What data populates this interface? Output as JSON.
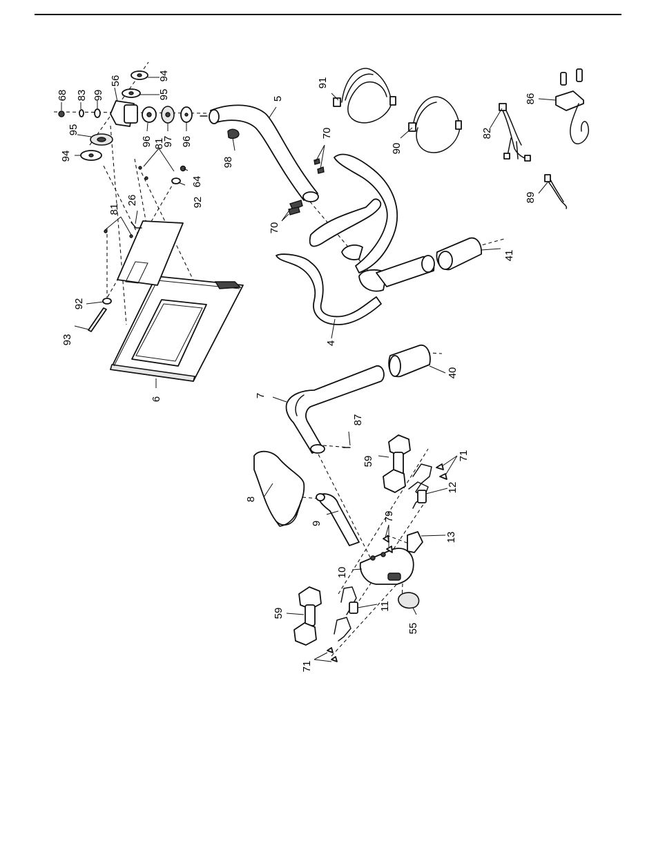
{
  "callouts": [
    {
      "id": "68",
      "label": "68"
    },
    {
      "id": "83",
      "label": "83"
    },
    {
      "id": "99",
      "label": "99"
    },
    {
      "id": "56",
      "label": "56"
    },
    {
      "id": "94a",
      "label": "94"
    },
    {
      "id": "95a",
      "label": "95"
    },
    {
      "id": "95b",
      "label": "95"
    },
    {
      "id": "94b",
      "label": "94"
    },
    {
      "id": "96a",
      "label": "96"
    },
    {
      "id": "97",
      "label": "97"
    },
    {
      "id": "96b",
      "label": "96"
    },
    {
      "id": "81a",
      "label": "81"
    },
    {
      "id": "64",
      "label": "64"
    },
    {
      "id": "92a",
      "label": "92"
    },
    {
      "id": "26",
      "label": "26"
    },
    {
      "id": "81b",
      "label": "81"
    },
    {
      "id": "92b",
      "label": "92"
    },
    {
      "id": "93",
      "label": "93"
    },
    {
      "id": "6",
      "label": "6"
    },
    {
      "id": "5",
      "label": "5"
    },
    {
      "id": "98",
      "label": "98"
    },
    {
      "id": "70a",
      "label": "70"
    },
    {
      "id": "70b",
      "label": "70"
    },
    {
      "id": "91",
      "label": "91"
    },
    {
      "id": "90",
      "label": "90"
    },
    {
      "id": "86",
      "label": "86"
    },
    {
      "id": "82",
      "label": "82"
    },
    {
      "id": "89",
      "label": "89"
    },
    {
      "id": "41",
      "label": "41"
    },
    {
      "id": "4",
      "label": "4"
    },
    {
      "id": "40",
      "label": "40"
    },
    {
      "id": "7",
      "label": "7"
    },
    {
      "id": "87",
      "label": "87"
    },
    {
      "id": "59a",
      "label": "59"
    },
    {
      "id": "71a",
      "label": "71"
    },
    {
      "id": "12",
      "label": "12"
    },
    {
      "id": "8",
      "label": "8"
    },
    {
      "id": "9",
      "label": "9"
    },
    {
      "id": "79",
      "label": "79"
    },
    {
      "id": "13",
      "label": "13"
    },
    {
      "id": "10",
      "label": "10"
    },
    {
      "id": "11",
      "label": "11"
    },
    {
      "id": "55",
      "label": "55"
    },
    {
      "id": "59b",
      "label": "59"
    },
    {
      "id": "71b",
      "label": "71"
    }
  ]
}
